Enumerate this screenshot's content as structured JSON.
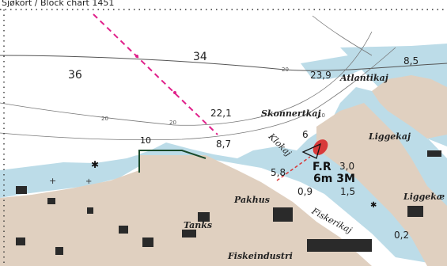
{
  "title": "Sjøkort / Block chart 1451",
  "marker_label": "10",
  "depths": {
    "d36": "36",
    "d34": "34",
    "d23_9": "23,9",
    "d22_1": "22,1",
    "d8_5": "8,5",
    "d8_7": "8,7",
    "d6": "6",
    "d5_8": "5,8",
    "d3_0": "3,0",
    "d0_9": "0,9",
    "d1_5": "1,5",
    "d0_2": "0,2"
  },
  "contours": {
    "c20_a": "20",
    "c20_b": "20",
    "c20_c": "20",
    "c10": "10"
  },
  "places": {
    "atlantikaj": "Atlantikaj",
    "skonnertkaj": "Skonnertkaj",
    "liggekaj": "Liggekaj",
    "liggekaj_2": "Liggekæ",
    "klokaj": "Klokaj",
    "fiskerikaj": "Fiskerikaj",
    "pakhus": "Pakhus",
    "tanks": "Tanks",
    "fiskeindustri": "Fiskeindustri"
  },
  "light_characteristic": {
    "line1": "F.R",
    "line2": "6m 3M"
  },
  "colors": {
    "water_shallow": "#bcdce8",
    "land": "#e0d0c0",
    "building": "#2a2a2a",
    "leading_line": "#e0208a",
    "highlight_outline": "#1a4a2a",
    "light_red": "#d83a3a"
  }
}
